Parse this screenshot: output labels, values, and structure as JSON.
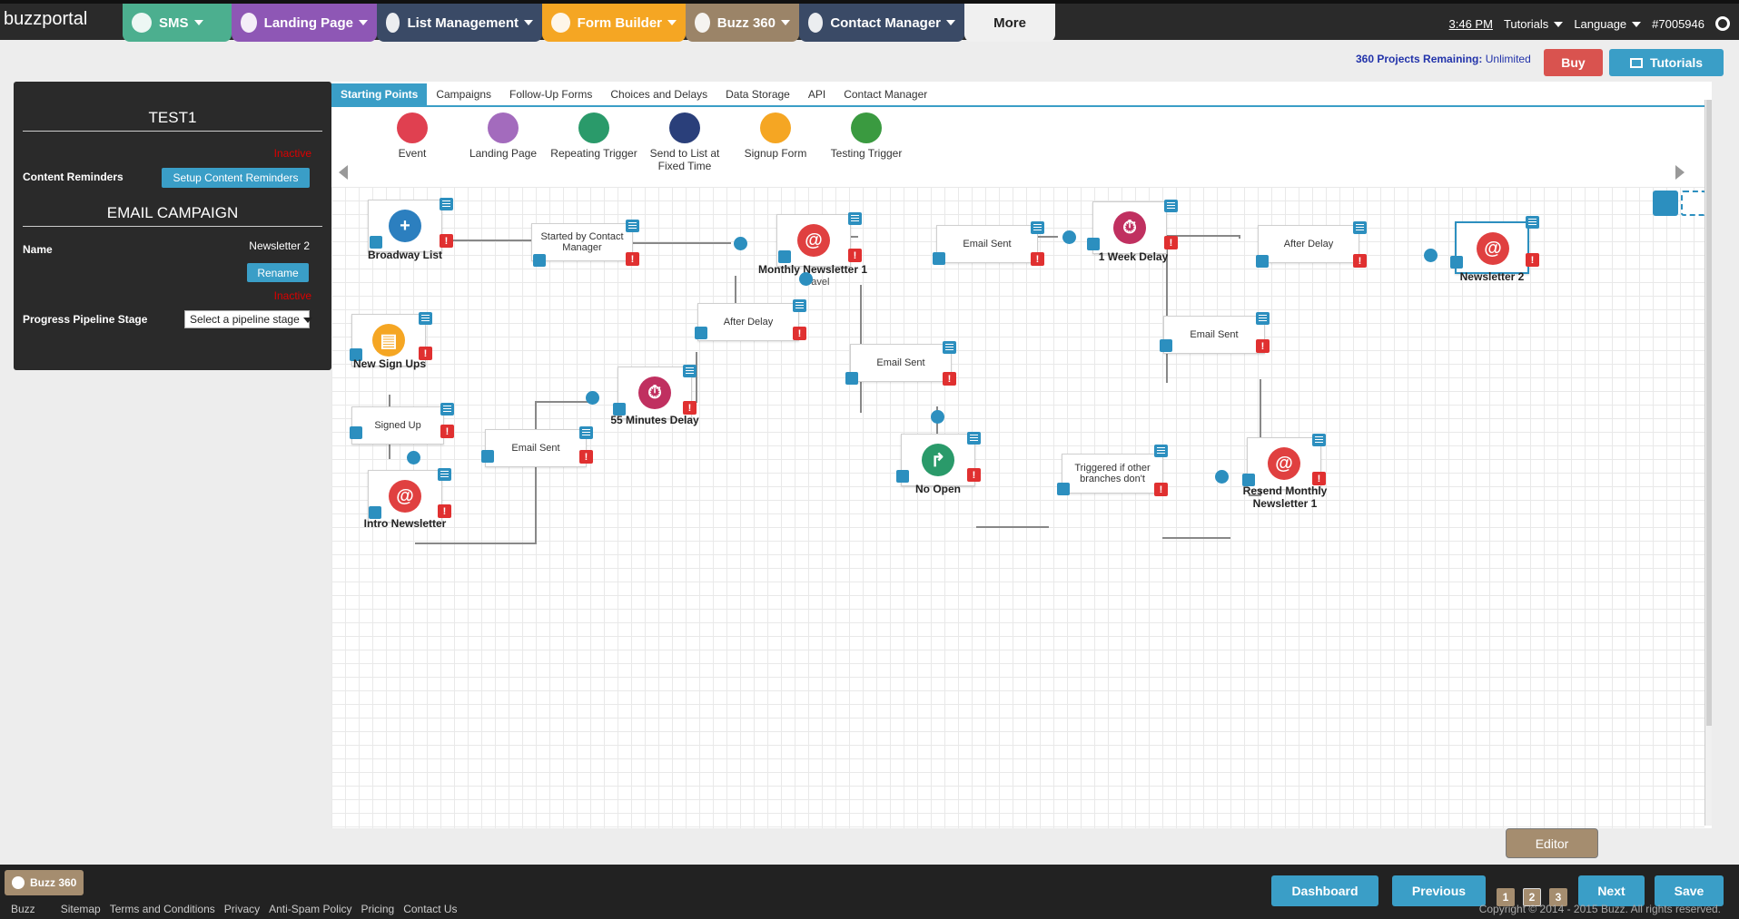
{
  "app": {
    "logo": "buzzportal"
  },
  "nav": [
    {
      "label": "SMS",
      "color": "#4caf8f"
    },
    {
      "label": "Landing Page",
      "color": "#8e57b5"
    },
    {
      "label": "List Management",
      "color": "#3a4a66"
    },
    {
      "label": "Form Builder",
      "color": "#f5a623"
    },
    {
      "label": "Buzz 360",
      "color": "#9b8468"
    },
    {
      "label": "Contact Manager",
      "color": "#3a4a66"
    },
    {
      "label": "More",
      "color": "#f0f0f0"
    }
  ],
  "topright": {
    "time": "3:46 PM",
    "tutorials": "Tutorials",
    "language": "Language",
    "account": "#7005946"
  },
  "projects": {
    "label": "360 Projects Remaining:",
    "value": "Unlimited"
  },
  "header_buttons": {
    "buy": "Buy",
    "tutorials": "Tutorials"
  },
  "panel": {
    "title": "TEST1",
    "status1": "Inactive",
    "content_reminders_label": "Content Reminders",
    "content_reminders_button": "Setup Content Reminders",
    "section": "EMAIL CAMPAIGN",
    "name_label": "Name",
    "name_value": "Newsletter 2",
    "rename_button": "Rename",
    "status2": "Inactive",
    "pipeline_label": "Progress Pipeline Stage",
    "pipeline_select": "Select a pipeline stage"
  },
  "tabs": [
    "Starting Points",
    "Campaigns",
    "Follow-Up Forms",
    "Choices and Delays",
    "Data Storage",
    "API",
    "Contact Manager"
  ],
  "palette": [
    {
      "label": "Event",
      "color": "#e04050"
    },
    {
      "label": "Landing Page",
      "color": "#a36bbd"
    },
    {
      "label": "Repeating Trigger",
      "color": "#2a9a6a"
    },
    {
      "label": "Send to List at Fixed Time",
      "color": "#2a3f7a"
    },
    {
      "label": "Signup Form",
      "color": "#f5a623"
    },
    {
      "label": "Testing Trigger",
      "color": "#3a9a40"
    }
  ],
  "nodes": {
    "broadway": "Broadway List",
    "newsignups": "New Sign Ups",
    "intro": "Intro Newsletter",
    "delay55": "55 Minutes Delay",
    "monthly1": "Monthly Newsletter 1",
    "monthly1_sub": "travel",
    "week": "1 Week Delay",
    "nl2": "Newsletter 2",
    "noopen": "No Open",
    "resend": "Resend Monthly Newsletter 1"
  },
  "edges": {
    "started": "Started by Contact Manager",
    "signedup": "Signed Up",
    "emailsent1": "Email Sent",
    "afterdelay1": "After Delay",
    "emailsent2": "Email Sent",
    "emailsent3": "Email Sent",
    "afterdelay2": "After Delay",
    "emailsent4": "Email Sent",
    "triggered": "Triggered if other branches don't"
  },
  "footer": {
    "badge": "Buzz 360",
    "dashboard": "Dashboard",
    "previous": "Previous",
    "pages": [
      "1",
      "2",
      "3"
    ],
    "next": "Next",
    "save": "Save",
    "tooltip": "Editor",
    "links": [
      "Buzz",
      "Sitemap",
      "Terms and Conditions",
      "Privacy",
      "Anti-Spam Policy",
      "Pricing",
      "Contact Us"
    ],
    "copyright": "Copyright © 2014 - 2015 Buzz. All rights reserved."
  }
}
